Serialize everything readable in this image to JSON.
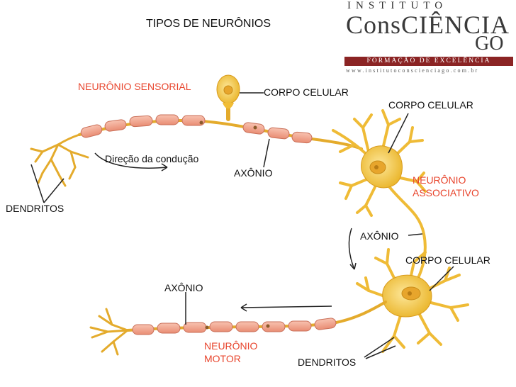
{
  "title": "TIPOS DE NEURÔNIOS",
  "logo": {
    "top": "INSTITUTO",
    "main": "ConsCIÊNCIA",
    "suffix": "GO",
    "band": "FORMAÇÃO DE EXCELÊNCIA",
    "url": "www.institutoconscienciago.com.br"
  },
  "labels": {
    "sensory_neuron": "NEURÔNIO SENSORIAL",
    "cell_body_1": "CORPO CELULAR",
    "cell_body_2": "CORPO CELULAR",
    "cell_body_3": "CORPO CELULAR",
    "conduction": "Direção da condução",
    "axon_1": "AXÔNIO",
    "axon_2": "AXÔNIO",
    "axon_3": "AXÔNIO",
    "assoc_line1": "NEURÔNIO",
    "assoc_line2": "ASSOCIATIVO",
    "dendrites_1": "DENDRITOS",
    "dendrites_2": "DENDRITOS",
    "motor_line1": "NEURÔNIO",
    "motor_line2": "MOTOR"
  },
  "colors": {
    "cell": "#f5c53a",
    "cell_light": "#fde79a",
    "myelin": "#f2a08a",
    "label_red": "#e8452d",
    "logo_band": "#8b2424"
  }
}
